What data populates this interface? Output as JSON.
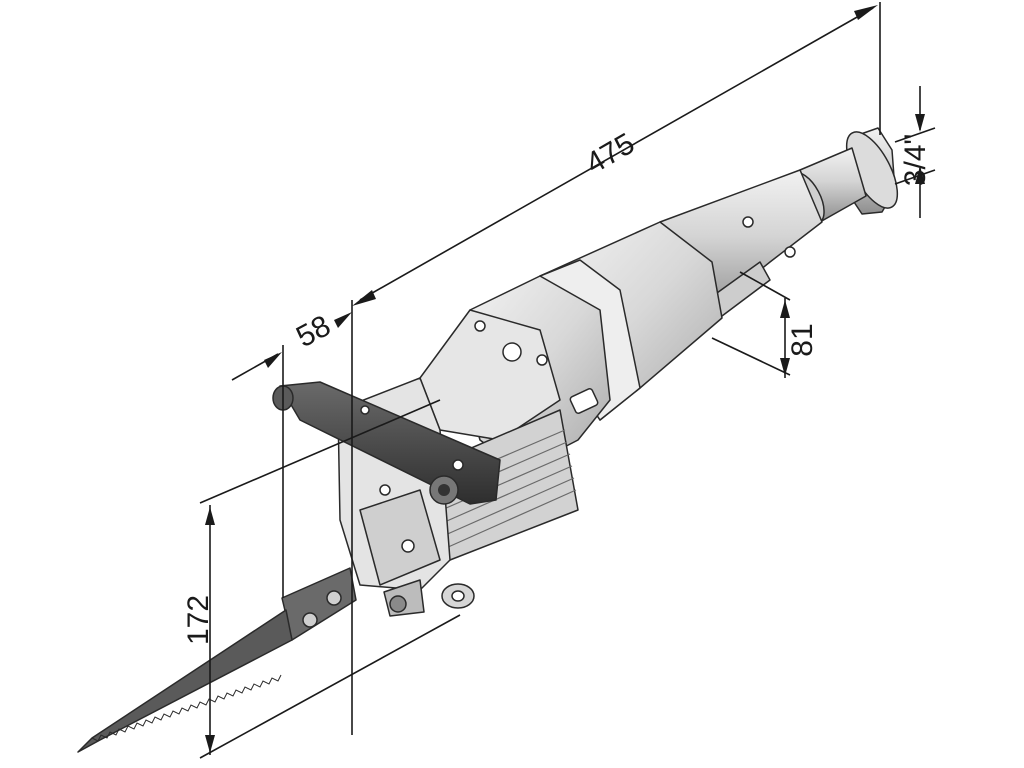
{
  "dimensions": {
    "overall_length": "475",
    "inlet_thread": "3/4\"",
    "body_height": "81",
    "handle_offset": "58",
    "blade_height": "172"
  },
  "colors": {
    "line": "#1a1a1a",
    "body_light": "#e8e8e8",
    "body_mid": "#c9c9c9",
    "body_dark": "#9a9a9a",
    "handle": "#4a4a4a",
    "blade": "#5a5a5a"
  }
}
